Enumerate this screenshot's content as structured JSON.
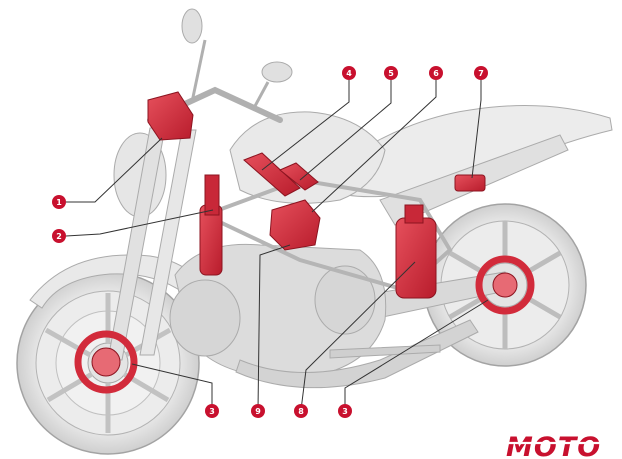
{
  "diagram": {
    "callouts": [
      {
        "id": "1",
        "label": "1"
      },
      {
        "id": "2",
        "label": "2"
      },
      {
        "id": "3",
        "label": "3"
      },
      {
        "id": "9",
        "label": "9"
      },
      {
        "id": "8",
        "label": "8"
      },
      {
        "id": "3b",
        "label": "3"
      },
      {
        "id": "4",
        "label": "4"
      },
      {
        "id": "5",
        "label": "5"
      },
      {
        "id": "6",
        "label": "6"
      },
      {
        "id": "7",
        "label": "7"
      }
    ]
  },
  "logo": {
    "text": "MOTO"
  },
  "colors": {
    "accent": "#c8102e",
    "component_red": "#d22b3b",
    "bike_gray": "#dedede",
    "bike_outline": "#a9a9a9",
    "leader_line": "#333333"
  }
}
